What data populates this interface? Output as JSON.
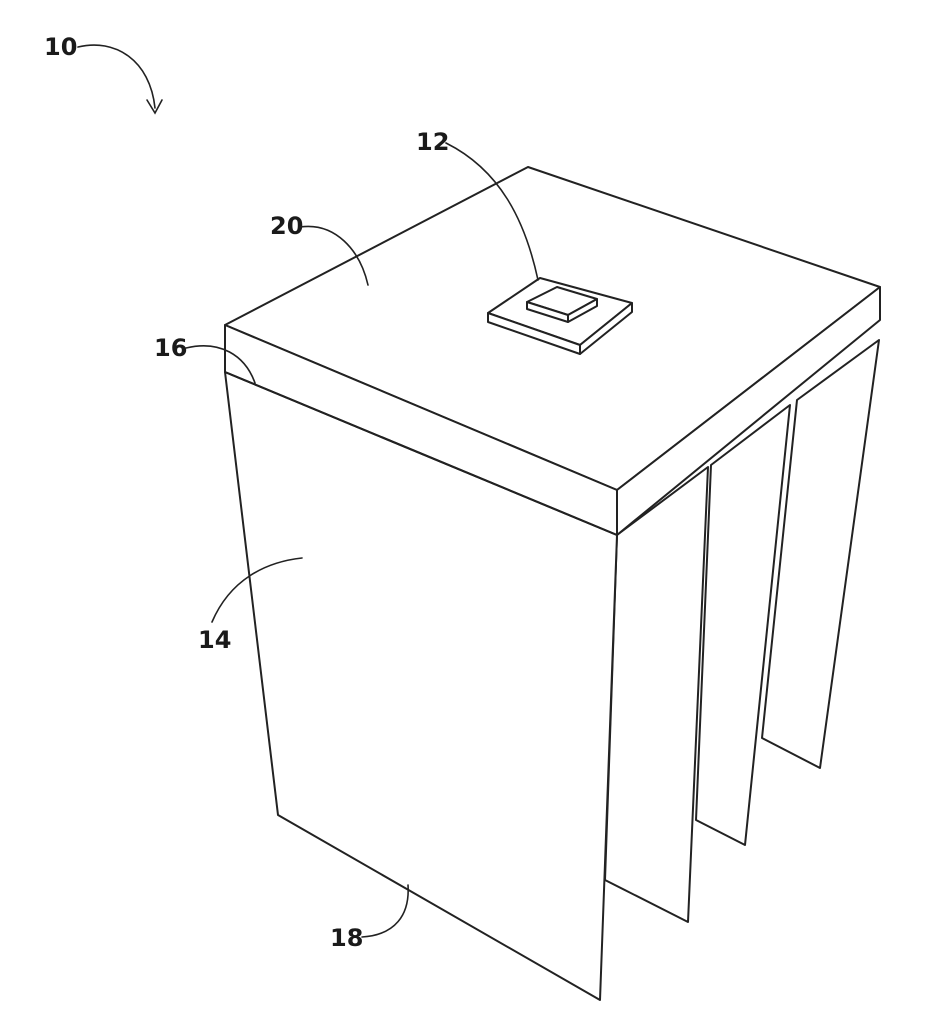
{
  "figure": {
    "labels": {
      "assembly": "10",
      "component": "12",
      "fin": "14",
      "interface": "16",
      "fin_edge": "18",
      "base": "20"
    }
  }
}
